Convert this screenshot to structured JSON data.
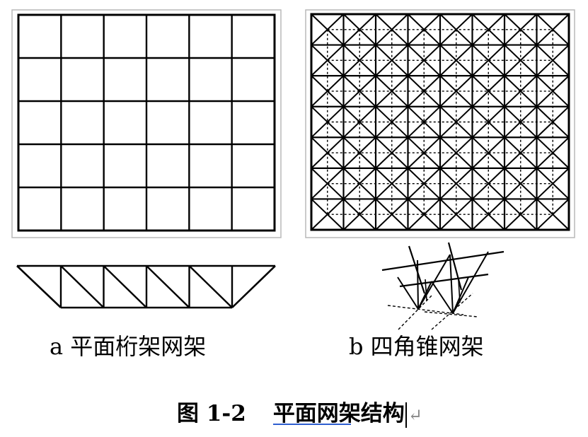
{
  "panels": [
    {
      "id": "a",
      "label": "a 平面桁架网架",
      "grid": {
        "cols": 6,
        "rows": 5
      },
      "truss_bays": 6
    },
    {
      "id": "b",
      "label": "b 四角锥网架",
      "grid": {
        "cols": 8,
        "rows": 7
      }
    }
  ],
  "caption": {
    "figure_no": "图  1-2",
    "title_underlined": "平面网",
    "title_rest": "架结构",
    "return_mark": "↵"
  },
  "colors": {
    "line": "#000000",
    "frame": "#b9b9b9",
    "underline": "#2f5fd0"
  }
}
